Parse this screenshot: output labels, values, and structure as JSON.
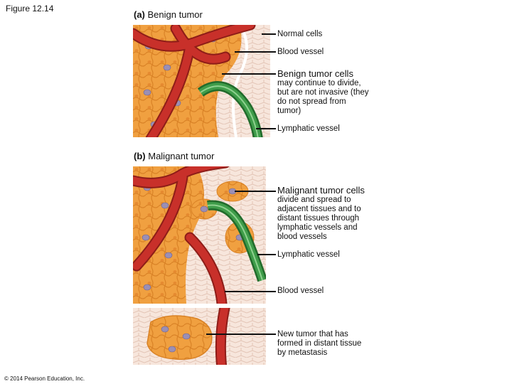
{
  "figure_number": "Figure 12.14",
  "panel_a": {
    "letter": "(a)",
    "title": "Benign tumor",
    "labels": {
      "normal_cells": "Normal cells",
      "blood_vessel": "Blood vessel",
      "benign_cells_heading": "Benign tumor cells",
      "benign_cells_desc": "may continue to divide, but are not invasive (they do not spread from tumor)",
      "lymphatic_vessel": "Lymphatic vessel"
    }
  },
  "panel_b": {
    "letter": "(b)",
    "title": "Malignant tumor",
    "labels": {
      "malignant_cells_heading": "Malignant tumor cells",
      "malignant_cells_desc": "divide and spread to adjacent tissues and to distant tissues through lymphatic vessels and blood vessels",
      "lymphatic_vessel": "Lymphatic vessel",
      "blood_vessel": "Blood vessel",
      "new_tumor": "New tumor that has formed in distant tissue by metastasis"
    }
  },
  "copyright": "© 2014 Pearson Education, Inc.",
  "colors": {
    "tumor_cell": "#f0a040",
    "tumor_cell_edge": "#d98226",
    "normal_cell": "#f7e6dc",
    "normal_cell_edge": "#e8cfc2",
    "blood_vessel": "#c8302a",
    "blood_vessel_dark": "#8e1d18",
    "lymphatic_vessel": "#3f9d4a",
    "lymphatic_dark": "#226b2c",
    "nucleus": "#9b8fb5"
  }
}
